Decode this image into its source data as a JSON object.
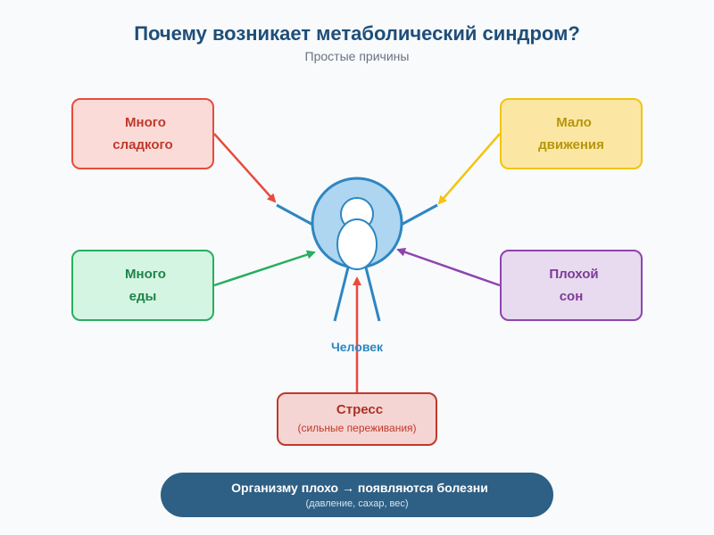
{
  "title": "Почему возникает метаболический синдром?",
  "subtitle": "Простые причины",
  "center": {
    "label": "Человек"
  },
  "causes": {
    "sugar": {
      "icon": "",
      "icon_name": "candy-icon",
      "line1": "Много",
      "line2": "сладкого",
      "color": "#e74c3c"
    },
    "motion": {
      "icon": "",
      "icon_name": "couch-icon",
      "line1": "Мало",
      "line2": "движения",
      "color": "#f1c40f"
    },
    "food": {
      "icon": "",
      "icon_name": "food-icon",
      "line1": "Много",
      "line2": "еды",
      "color": "#27ae60"
    },
    "sleep": {
      "icon": "",
      "icon_name": "moon-icon",
      "line1": "Плохой",
      "line2": "сон",
      "color": "#8e44ad"
    },
    "stress": {
      "icon": "",
      "icon_name": "stress-icon",
      "label": "Стресс",
      "note": "(сильные переживания)",
      "color": "#c0392b"
    }
  },
  "result": {
    "icon": "",
    "icon_name": "warning-icon",
    "text": "Организму плохо → появляются болезни",
    "note": "(давление, сахар, вес)"
  }
}
